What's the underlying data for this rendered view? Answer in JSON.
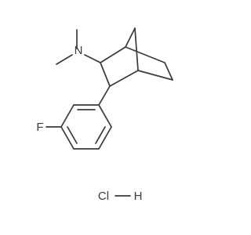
{
  "molecule": {
    "atom_labels": {
      "nitrogen": "N",
      "fluorine": "F"
    },
    "salt": {
      "chlorine": "Cl",
      "hydrogen": "H"
    }
  }
}
